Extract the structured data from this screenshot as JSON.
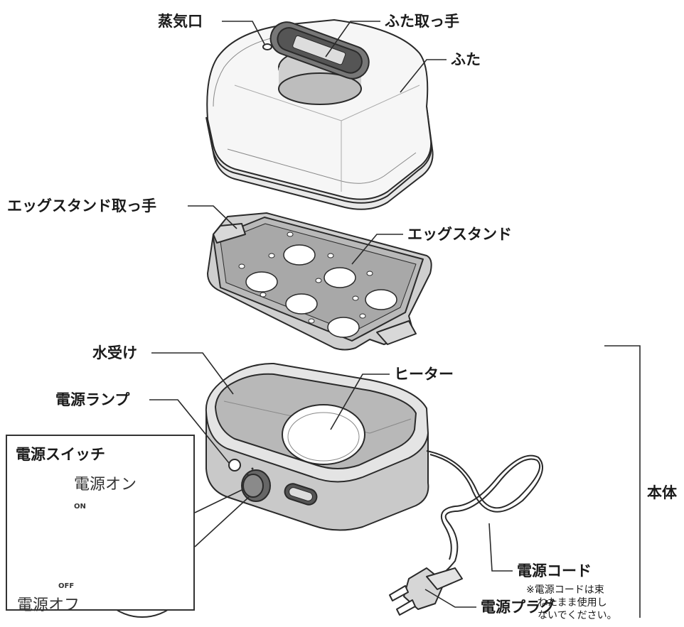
{
  "labels": {
    "steam_vent": "蒸気口",
    "lid_handle": "ふた取っ手",
    "lid": "ふた",
    "egg_stand_handle": "エッグスタンド取っ手",
    "egg_stand": "エッグスタンド",
    "water_tray": "水受け",
    "heater": "ヒーター",
    "power_lamp": "電源ランプ",
    "power_switch": "電源スイッチ",
    "power_on": "電源オン",
    "power_off": "電源オフ",
    "on_mark": "ON",
    "off_mark": "OFF",
    "power_cord": "電源コード",
    "cord_note_line1": "※電源コードは束",
    "cord_note_line2": "ねたまま使用し",
    "cord_note_line3": "ないでください。",
    "power_plug": "電源プラグ",
    "main_body": "本体"
  },
  "colors": {
    "line": "#2a2a2a",
    "body_fill": "#d4d4d4",
    "body_dark": "#a9a9a9",
    "stand_fill": "#cfcfcf",
    "lid_fill": "#f4f4f4"
  }
}
